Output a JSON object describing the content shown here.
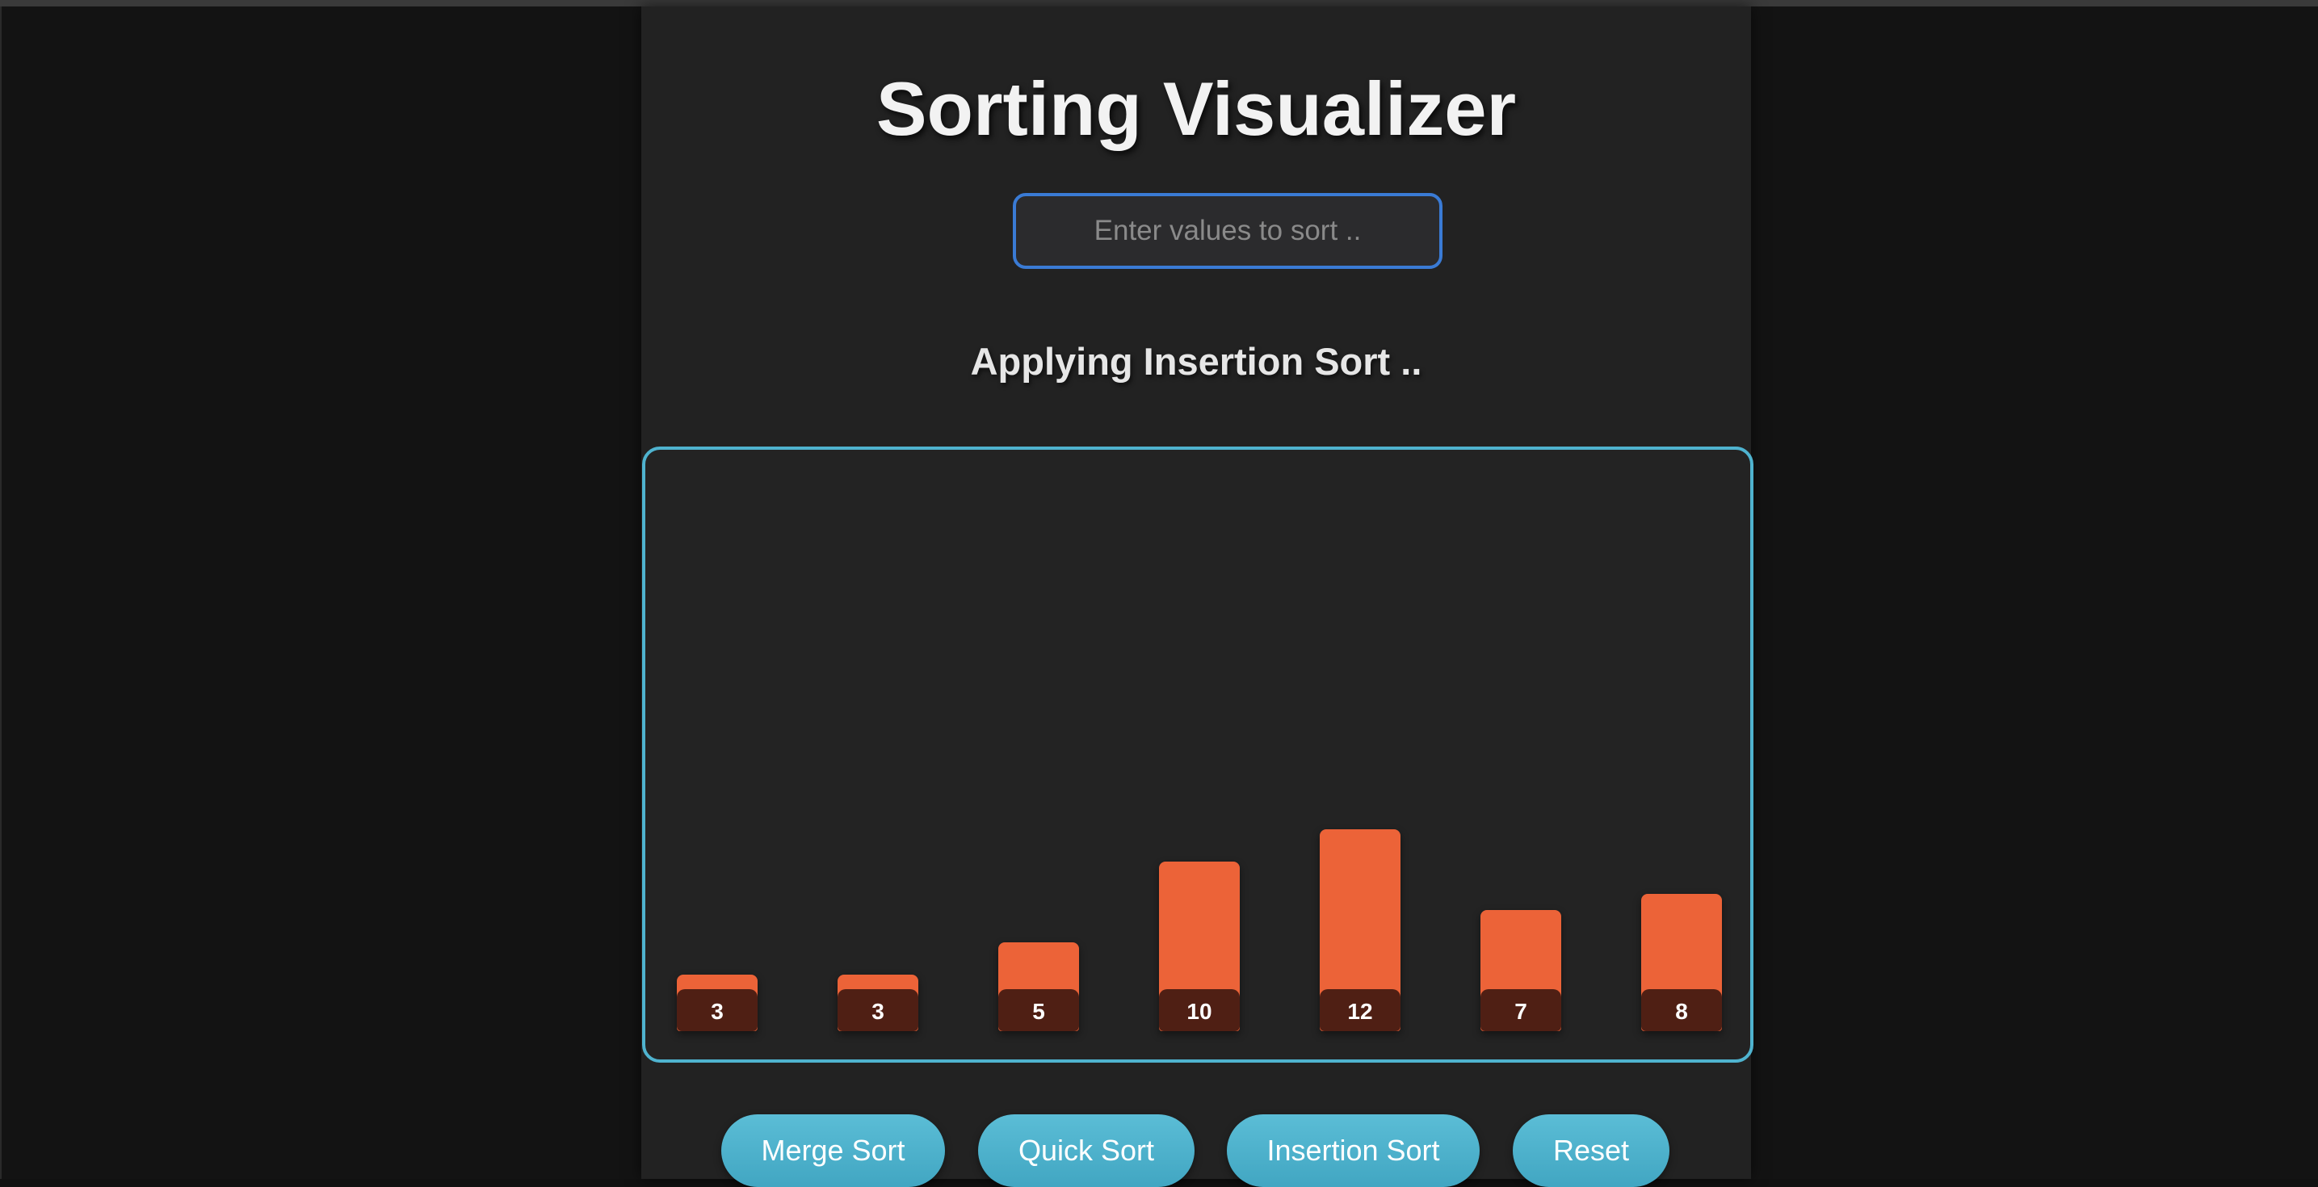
{
  "app": {
    "title": "Sorting Visualizer",
    "status": "Applying Insertion Sort .."
  },
  "search": {
    "placeholder": "Enter values to sort ..",
    "value": ""
  },
  "chart_data": {
    "type": "bar",
    "values": [
      3,
      3,
      5,
      10,
      12,
      7,
      8
    ],
    "value_labels": [
      "3",
      "3",
      "5",
      "10",
      "12",
      "7",
      "8"
    ],
    "bar_color": "#ec6338",
    "label_color": "#4f1f14"
  },
  "buttons": {
    "merge": "Merge Sort",
    "quick": "Quick Sort",
    "insertion": "Insertion Sort",
    "reset": "Reset"
  },
  "colors": {
    "accent": "#4fb3cf",
    "input_border": "#3a7bd5",
    "bar": "#ec6338"
  }
}
